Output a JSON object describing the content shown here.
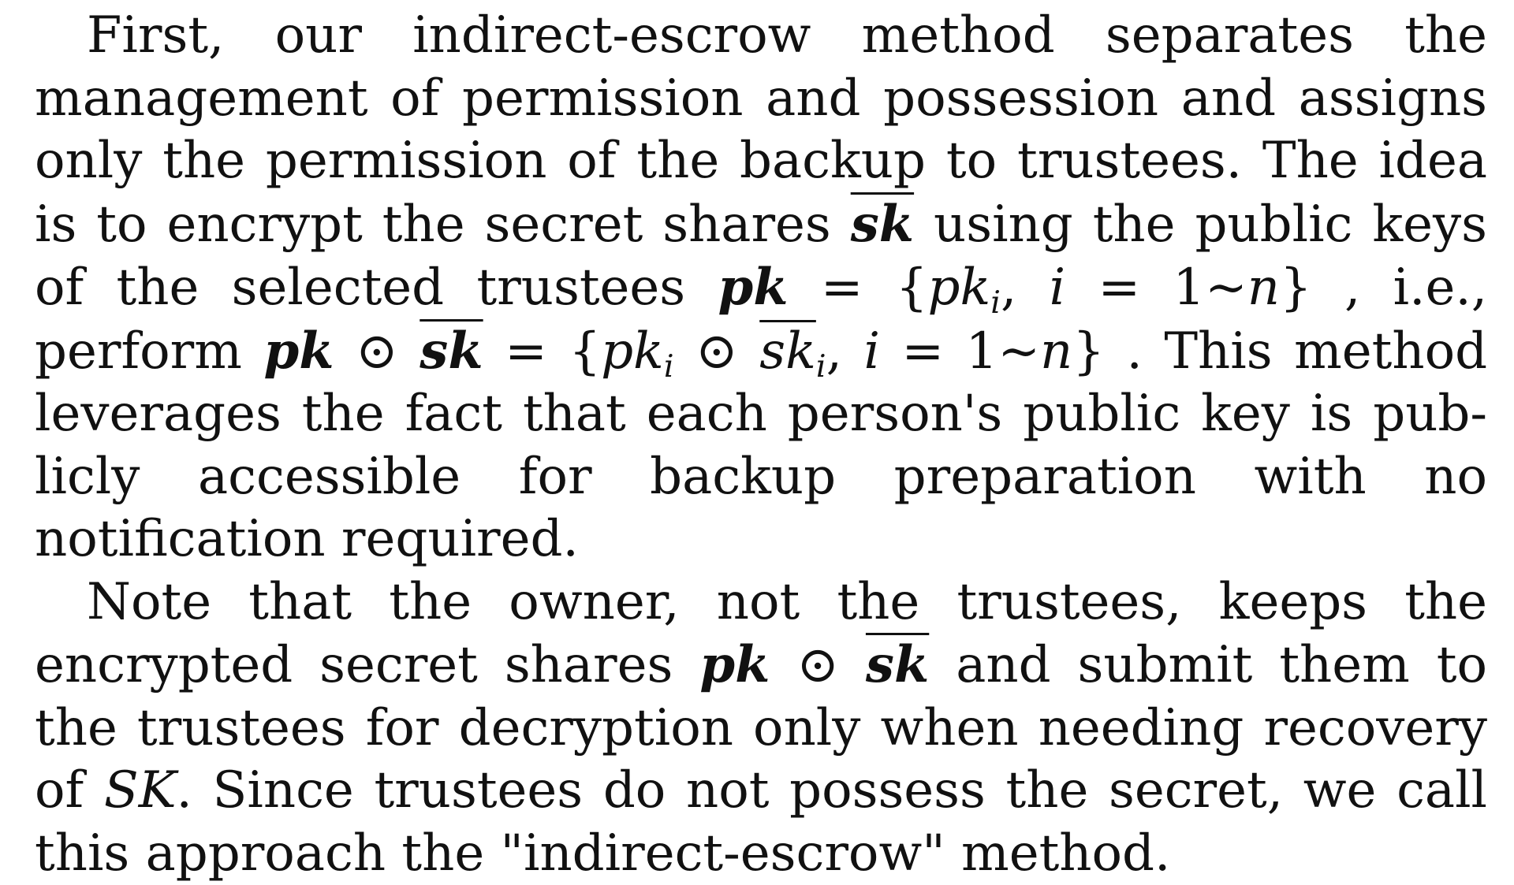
{
  "p1": {
    "t1": "First, our indirect-escrow method separates the management of permission and possession and assigns only the permission of the backup to trustees. The idea is to encrypt the secret shares ",
    "sk": "sk",
    "t2": " using the public keys of the selected trustees ",
    "pk_eq_a": "pk",
    "pk_eq_b": " = {",
    "pk_i": "pk",
    "i_sub": "i",
    "pk_eq_c": ", ",
    "i_var": "i",
    "pk_eq_d": " = 1~",
    "n_var": "n",
    "pk_eq_e": "}",
    "t3": " , i.e., perform ",
    "f_pk": "pk",
    "f_odot": " ⊙ ",
    "f_sk": "sk",
    "f_eq": " = {",
    "f_pki": "pk",
    "f_isub": "i",
    "f_odot2": " ⊙ ",
    "f_ski": "sk",
    "f_isub2": "i",
    "f_comma": ", ",
    "f_i": "i",
    "f_eq2": " = 1~",
    "f_n": "n",
    "f_close": "}",
    "t4": " . This method leverages the fact that each person's public key is pub­licly accessible for backup preparation with no notification re­quired."
  },
  "p2": {
    "t1": "Note that the owner, not the trustees, keeps the encrypted se­cret shares ",
    "pk": "pk",
    "odot": " ⊙ ",
    "sk": "sk",
    "t2": " and submit them to the trustees for decryp­tion only when needing recovery of ",
    "SK": "SK",
    "t3": ". Since trustees do not possess the secret, we call this approach the \"indirect-escrow\" method."
  }
}
